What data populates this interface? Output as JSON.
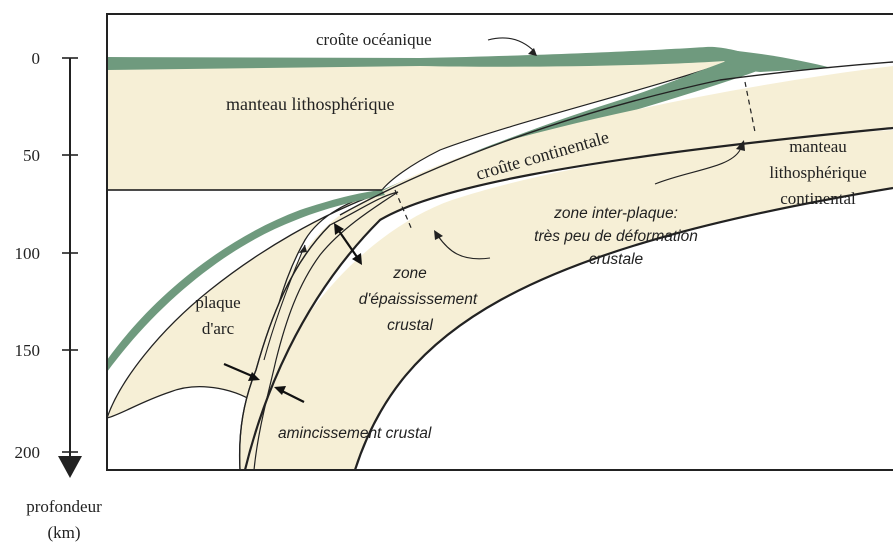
{
  "diagram": {
    "labels": {
      "oceanic_crust": "croûte océanique",
      "lithospheric_mantle": "manteau lithosphérique",
      "continental_crust": "croûte continentale",
      "continental_mantle_1": "manteau",
      "continental_mantle_2": "lithosphérique",
      "continental_mantle_3": "continental",
      "interplate_1": "zone inter-plaque:",
      "interplate_2": "très peu de déformation",
      "interplate_3": "crustale",
      "thickening_1": "zone",
      "thickening_2": "d'épaississement",
      "thickening_3": "crustal",
      "arc_plate_1": "plaque",
      "arc_plate_2": "d'arc",
      "thinning": "amincissement crustal"
    },
    "depth_axis": {
      "title_1": "profondeur",
      "title_2": "(km)",
      "ticks": [
        "0",
        "50",
        "100",
        "150",
        "200"
      ]
    },
    "colors": {
      "crust_green": "#6f9a7e",
      "lithosphere_cream": "#f6efd6",
      "outline": "#222222"
    }
  }
}
